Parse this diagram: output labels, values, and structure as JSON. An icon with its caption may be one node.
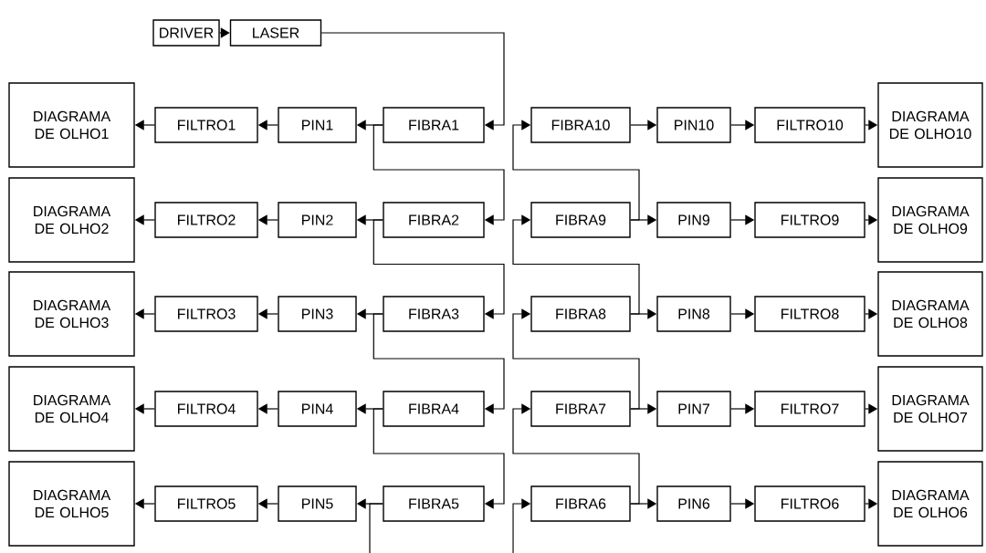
{
  "diagram": {
    "nodes": [
      {
        "text": [
          "DRIVER"
        ]
      },
      {
        "text": [
          "LASER"
        ]
      },
      {
        "text": [
          "DIAGRAMA DE OLHO1"
        ]
      },
      {
        "text": [
          "FILTRO1"
        ]
      },
      {
        "text": [
          "PIN1"
        ]
      },
      {
        "text": [
          "FIBRA1"
        ]
      },
      {
        "text": [
          "FIBRA10"
        ]
      },
      {
        "text": [
          "PIN10"
        ]
      },
      {
        "text": [
          "FILTRO10"
        ]
      },
      {
        "text": [
          "DIAGRAMA DE OLHO10"
        ]
      },
      {
        "text": [
          "DIAGRAMA DE OLHO2"
        ]
      },
      {
        "text": [
          "FILTRO2"
        ]
      },
      {
        "text": [
          "PIN2"
        ]
      },
      {
        "text": [
          "FIBRA2"
        ]
      },
      {
        "text": [
          "FIBRA9"
        ]
      },
      {
        "text": [
          "PIN9"
        ]
      },
      {
        "text": [
          "FILTRO9"
        ]
      },
      {
        "text": [
          "DIAGRAMA DE OLHO9"
        ]
      },
      {
        "text": [
          "DIAGRAMA DE OLHO3"
        ]
      },
      {
        "text": [
          "FILTRO3"
        ]
      },
      {
        "text": [
          "PIN3"
        ]
      },
      {
        "text": [
          "FIBRA3"
        ]
      },
      {
        "text": [
          "FIBRA8"
        ]
      },
      {
        "text": [
          "PIN8"
        ]
      },
      {
        "text": [
          "FILTRO8"
        ]
      },
      {
        "text": [
          "DIAGRAMA DE OLHO8"
        ]
      },
      {
        "text": [
          "DIAGRAMA DE OLHO4"
        ]
      },
      {
        "text": [
          "FILTRO4"
        ]
      },
      {
        "text": [
          "PIN4"
        ]
      },
      {
        "text": [
          "FIBRA4"
        ]
      },
      {
        "text": [
          "FIBRA7"
        ]
      },
      {
        "text": [
          "PIN7"
        ]
      },
      {
        "text": [
          "FILTRO7"
        ]
      },
      {
        "text": [
          "DIAGRAMA DE OLHO7"
        ]
      },
      {
        "text": [
          "DIAGRAMA DE OLHO5"
        ]
      },
      {
        "text": [
          "FILTRO5"
        ]
      },
      {
        "text": [
          "PIN5"
        ]
      },
      {
        "text": [
          "FIBRA5"
        ]
      },
      {
        "text": [
          "FIBRA6"
        ]
      },
      {
        "text": [
          "PIN6"
        ]
      },
      {
        "text": [
          "FILTRO6"
        ]
      },
      {
        "text": [
          "DIAGRAMA DE OLHO6"
        ]
      }
    ],
    "edges": [
      {
        "from": 0,
        "to": 1,
        "arrow": "to"
      },
      {
        "from": 1,
        "to": 5,
        "arrow": "to"
      },
      {
        "from": 5,
        "to": 4,
        "arrow": "to"
      },
      {
        "from": 4,
        "to": 3,
        "arrow": "to"
      },
      {
        "from": 3,
        "to": 2,
        "arrow": "to"
      },
      {
        "from": 6,
        "to": 7,
        "arrow": "to"
      },
      {
        "from": 7,
        "to": 8,
        "arrow": "to"
      },
      {
        "from": 8,
        "to": 9,
        "arrow": "to"
      },
      {
        "from": 13,
        "to": 12,
        "arrow": "to"
      },
      {
        "from": 12,
        "to": 11,
        "arrow": "to"
      },
      {
        "from": 11,
        "to": 10,
        "arrow": "to"
      },
      {
        "from": 14,
        "to": 15,
        "arrow": "to"
      },
      {
        "from": 15,
        "to": 16,
        "arrow": "to"
      },
      {
        "from": 16,
        "to": 17,
        "arrow": "to"
      },
      {
        "from": 21,
        "to": 20,
        "arrow": "to"
      },
      {
        "from": 20,
        "to": 19,
        "arrow": "to"
      },
      {
        "from": 19,
        "to": 18,
        "arrow": "to"
      },
      {
        "from": 22,
        "to": 23,
        "arrow": "to"
      },
      {
        "from": 23,
        "to": 24,
        "arrow": "to"
      },
      {
        "from": 24,
        "to": 25,
        "arrow": "to"
      },
      {
        "from": 29,
        "to": 28,
        "arrow": "to"
      },
      {
        "from": 28,
        "to": 27,
        "arrow": "to"
      },
      {
        "from": 27,
        "to": 26,
        "arrow": "to"
      },
      {
        "from": 30,
        "to": 31,
        "arrow": "to"
      },
      {
        "from": 31,
        "to": 32,
        "arrow": "to"
      },
      {
        "from": 32,
        "to": 33,
        "arrow": "to"
      },
      {
        "from": 37,
        "to": 36,
        "arrow": "to"
      },
      {
        "from": 36,
        "to": 35,
        "arrow": "to"
      },
      {
        "from": 35,
        "to": 34,
        "arrow": "to"
      },
      {
        "from": 38,
        "to": 39,
        "arrow": "to"
      },
      {
        "from": 39,
        "to": 40,
        "arrow": "to"
      },
      {
        "from": 40,
        "to": 41,
        "arrow": "to"
      },
      {
        "from": 5,
        "to": 13,
        "arrow": "to"
      },
      {
        "from": 13,
        "to": 21,
        "arrow": "to"
      },
      {
        "from": 21,
        "to": 29,
        "arrow": "to"
      },
      {
        "from": 29,
        "to": 37,
        "arrow": "to"
      },
      {
        "from": 37,
        "to": null,
        "arrow": "none"
      },
      {
        "from": null,
        "to": 38,
        "arrow": "to"
      },
      {
        "from": 38,
        "to": 30,
        "arrow": "to"
      },
      {
        "from": 30,
        "to": 22,
        "arrow": "to"
      },
      {
        "from": 22,
        "to": 14,
        "arrow": "to"
      },
      {
        "from": 14,
        "to": 6,
        "arrow": "to"
      }
    ]
  }
}
